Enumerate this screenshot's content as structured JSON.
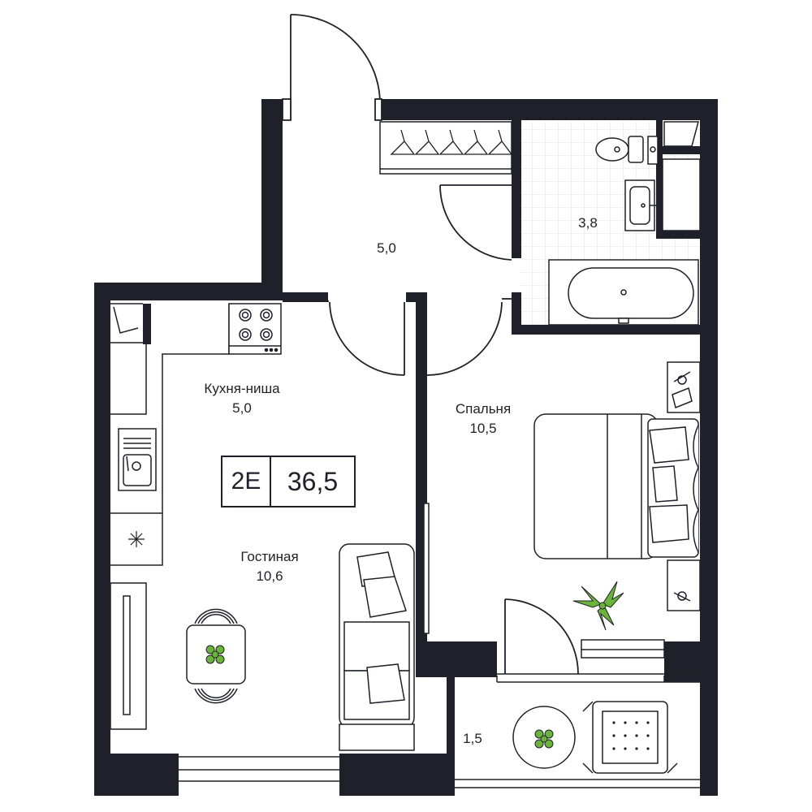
{
  "plan": {
    "apartment_code": "2E",
    "total_area": "36,5",
    "rooms": {
      "hall": {
        "area": "5,0"
      },
      "bathroom": {
        "area": "3,8"
      },
      "kitchen": {
        "name": "Кухня-ниша",
        "area": "5,0"
      },
      "living": {
        "name": "Гостиная",
        "area": "10,6"
      },
      "bedroom": {
        "name": "Спальня",
        "area": "10,5"
      },
      "balcony": {
        "area": "1,5"
      }
    },
    "colors": {
      "wall": "#1f2029",
      "line": "#1f2029",
      "tile": "#e6e6e6",
      "plant": "#6bb43a"
    },
    "icons": [
      "door-icon",
      "wardrobe-icon",
      "toilet-icon",
      "sink-icon",
      "bathtub-icon",
      "stove-icon",
      "kitchen-sink-icon",
      "dining-table-icon",
      "sofa-icon",
      "bed-icon",
      "plant-icon",
      "armchair-icon",
      "round-table-icon"
    ]
  }
}
